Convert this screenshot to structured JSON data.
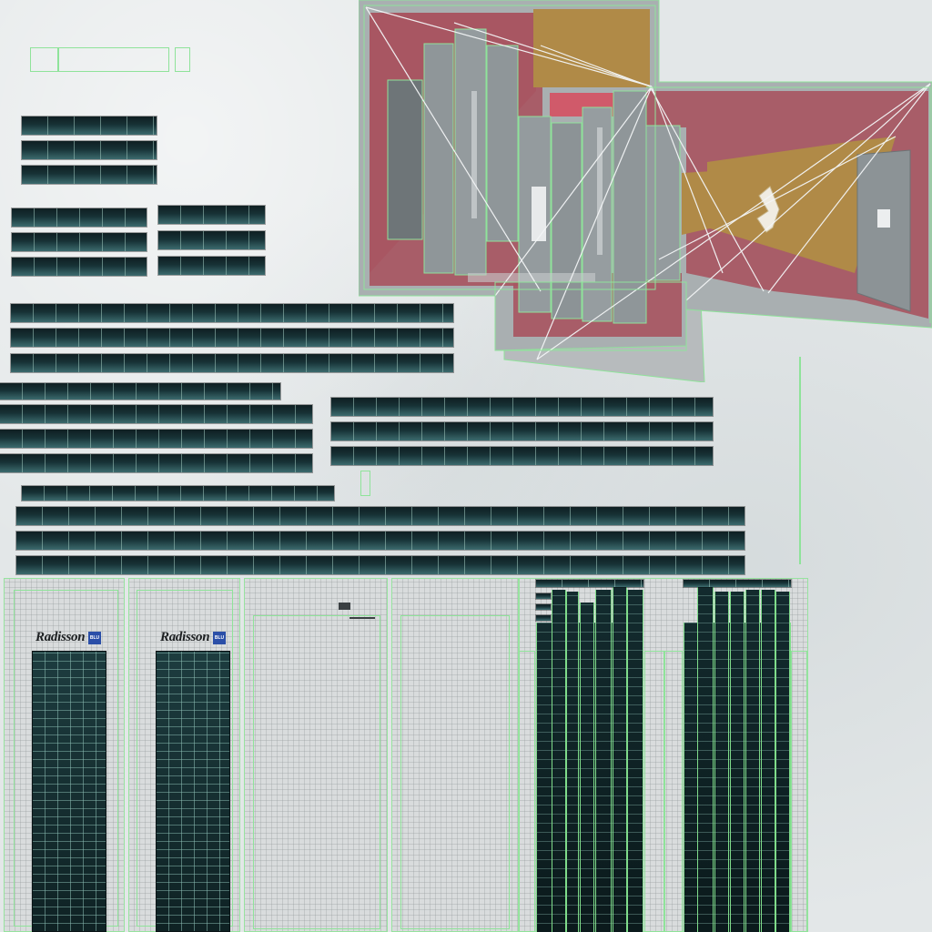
{
  "atlas": {
    "colors": {
      "background": "#e3e7e8",
      "uv_outline": "#8fe39a",
      "glass_dark": "#0f1f22",
      "glass_light": "#3c6b6e",
      "roof_red": "#a85662",
      "roof_ochre": "#b08a47",
      "roof_gray": "#8c9396",
      "logo_badge": "#2b4fa8"
    },
    "hotel_signs": [
      {
        "logo_text": "Radisson",
        "badge_text": "BLU"
      },
      {
        "logo_text": "Radisson",
        "badge_text": "BLU"
      }
    ]
  }
}
